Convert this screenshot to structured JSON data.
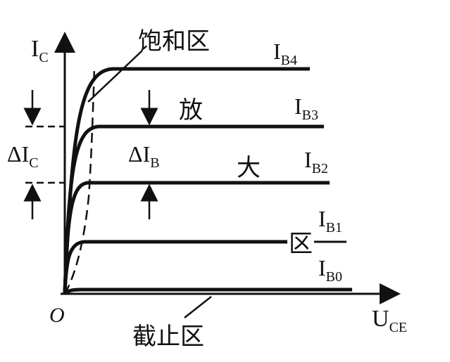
{
  "diagram": {
    "axes": {
      "y_label_main": "I",
      "y_label_sub": "C",
      "x_label_main": "U",
      "x_label_sub": "CE",
      "origin": "O"
    },
    "regions": {
      "saturation": "饱和区",
      "amplify_1": "放",
      "amplify_2": "大",
      "amplify_3": "区",
      "cutoff": "截止区"
    },
    "curves": [
      {
        "main": "I",
        "sub": "B4"
      },
      {
        "main": "I",
        "sub": "B3"
      },
      {
        "main": "I",
        "sub": "B2"
      },
      {
        "main": "I",
        "sub": "B1"
      },
      {
        "main": "I",
        "sub": "B0"
      }
    ],
    "deltas": {
      "delta_ic_main": "ΔI",
      "delta_ic_sub": "C",
      "delta_ib_main": "ΔI",
      "delta_ib_sub": "B"
    },
    "colors": {
      "ink": "#111111",
      "background": "#ffffff"
    }
  }
}
